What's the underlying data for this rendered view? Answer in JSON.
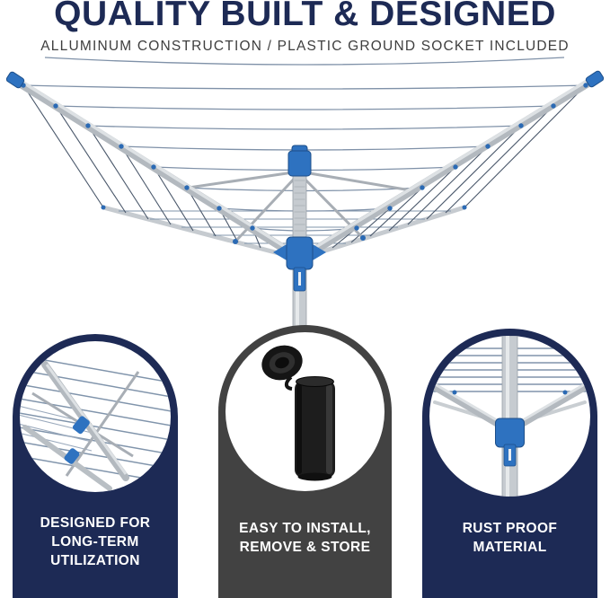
{
  "header": {
    "title": "QUALITY BUILT & DESIGNED",
    "subtitle": "ALLUMINUM CONSTRUCTION / PLASTIC GROUND SOCKET INCLUDED",
    "title_color": "#1d2a55",
    "subtitle_color": "#3e3e3e"
  },
  "product_image": {
    "name": "rotary-clothesline-dryer",
    "colors": {
      "arm_silver": "#b3b9bf",
      "arm_highlight": "#dde1e4",
      "rear_arm_silver": "#c6cbd0",
      "line_blue_gray": "#7f91a8",
      "fan_line_gray": "#49576a",
      "plastic_blue": "#2e72c0",
      "plastic_blue_dark": "#1d4f8a",
      "pole_silver": "#c6cbd0"
    }
  },
  "features": [
    {
      "id": "long-term-durability",
      "panel_color": "#1d2a55",
      "image": "clothesline-arms-closeup",
      "label_lines": [
        "DESIGNED FOR",
        "LONG-TERM",
        "UTILIZATION"
      ]
    },
    {
      "id": "easy-install",
      "panel_color": "#424242",
      "image": "plastic-ground-socket",
      "label_lines": [
        "EASY TO INSTALL,",
        "REMOVE & STORE"
      ]
    },
    {
      "id": "rust-proof",
      "panel_color": "#1d2a55",
      "image": "pole-hub-closeup",
      "label_lines": [
        "RUST PROOF",
        "MATERIAL"
      ]
    }
  ]
}
